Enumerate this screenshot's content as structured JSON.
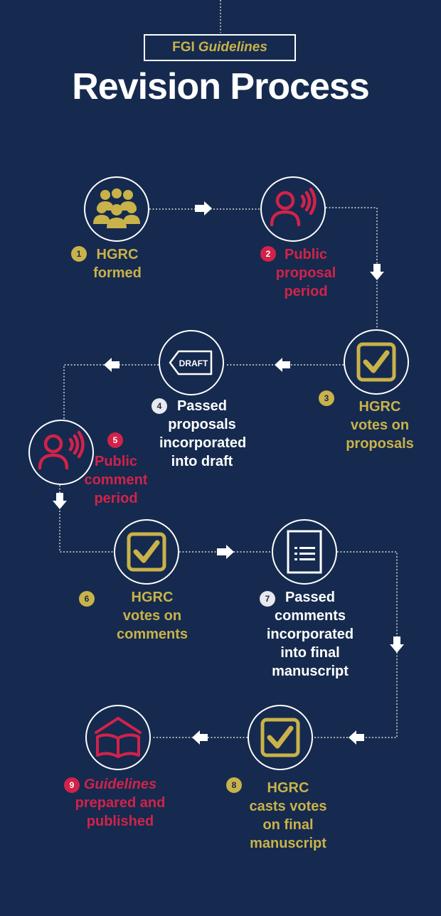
{
  "header": {
    "badge_prefix": "FGI",
    "badge_italic": "Guidelines",
    "title": "Revision Process"
  },
  "colors": {
    "background": "#152a4e",
    "gold": "#c9b24a",
    "red": "#d2224a",
    "white": "#ffffff"
  },
  "steps": [
    {
      "num": "1",
      "icon": "group-icon",
      "lines": [
        "HGRC",
        "formed"
      ]
    },
    {
      "num": "2",
      "icon": "speaker-icon",
      "lines": [
        "Public",
        "proposal",
        "period"
      ]
    },
    {
      "num": "3",
      "icon": "checkbox-icon",
      "lines": [
        "HGRC",
        "votes on",
        "proposals"
      ]
    },
    {
      "num": "4",
      "icon": "draft-tag-icon",
      "icon_text": "DRAFT",
      "lines": [
        "Passed",
        "proposals",
        "incorporated",
        "into draft"
      ]
    },
    {
      "num": "5",
      "icon": "speaker-icon",
      "lines": [
        "Public",
        "comment",
        "period"
      ]
    },
    {
      "num": "6",
      "icon": "checkbox-icon",
      "lines": [
        "HGRC",
        "votes on",
        "comments"
      ]
    },
    {
      "num": "7",
      "icon": "document-icon",
      "lines": [
        "Passed",
        "comments",
        "incorporated",
        "into final",
        "manuscript"
      ]
    },
    {
      "num": "8",
      "icon": "checkbox-icon",
      "lines": [
        "HGRC",
        "casts votes",
        "on final",
        "manuscript"
      ]
    },
    {
      "num": "9",
      "icon": "book-icon",
      "lines": [
        "Guidelines",
        "prepared and",
        "published"
      ]
    }
  ]
}
